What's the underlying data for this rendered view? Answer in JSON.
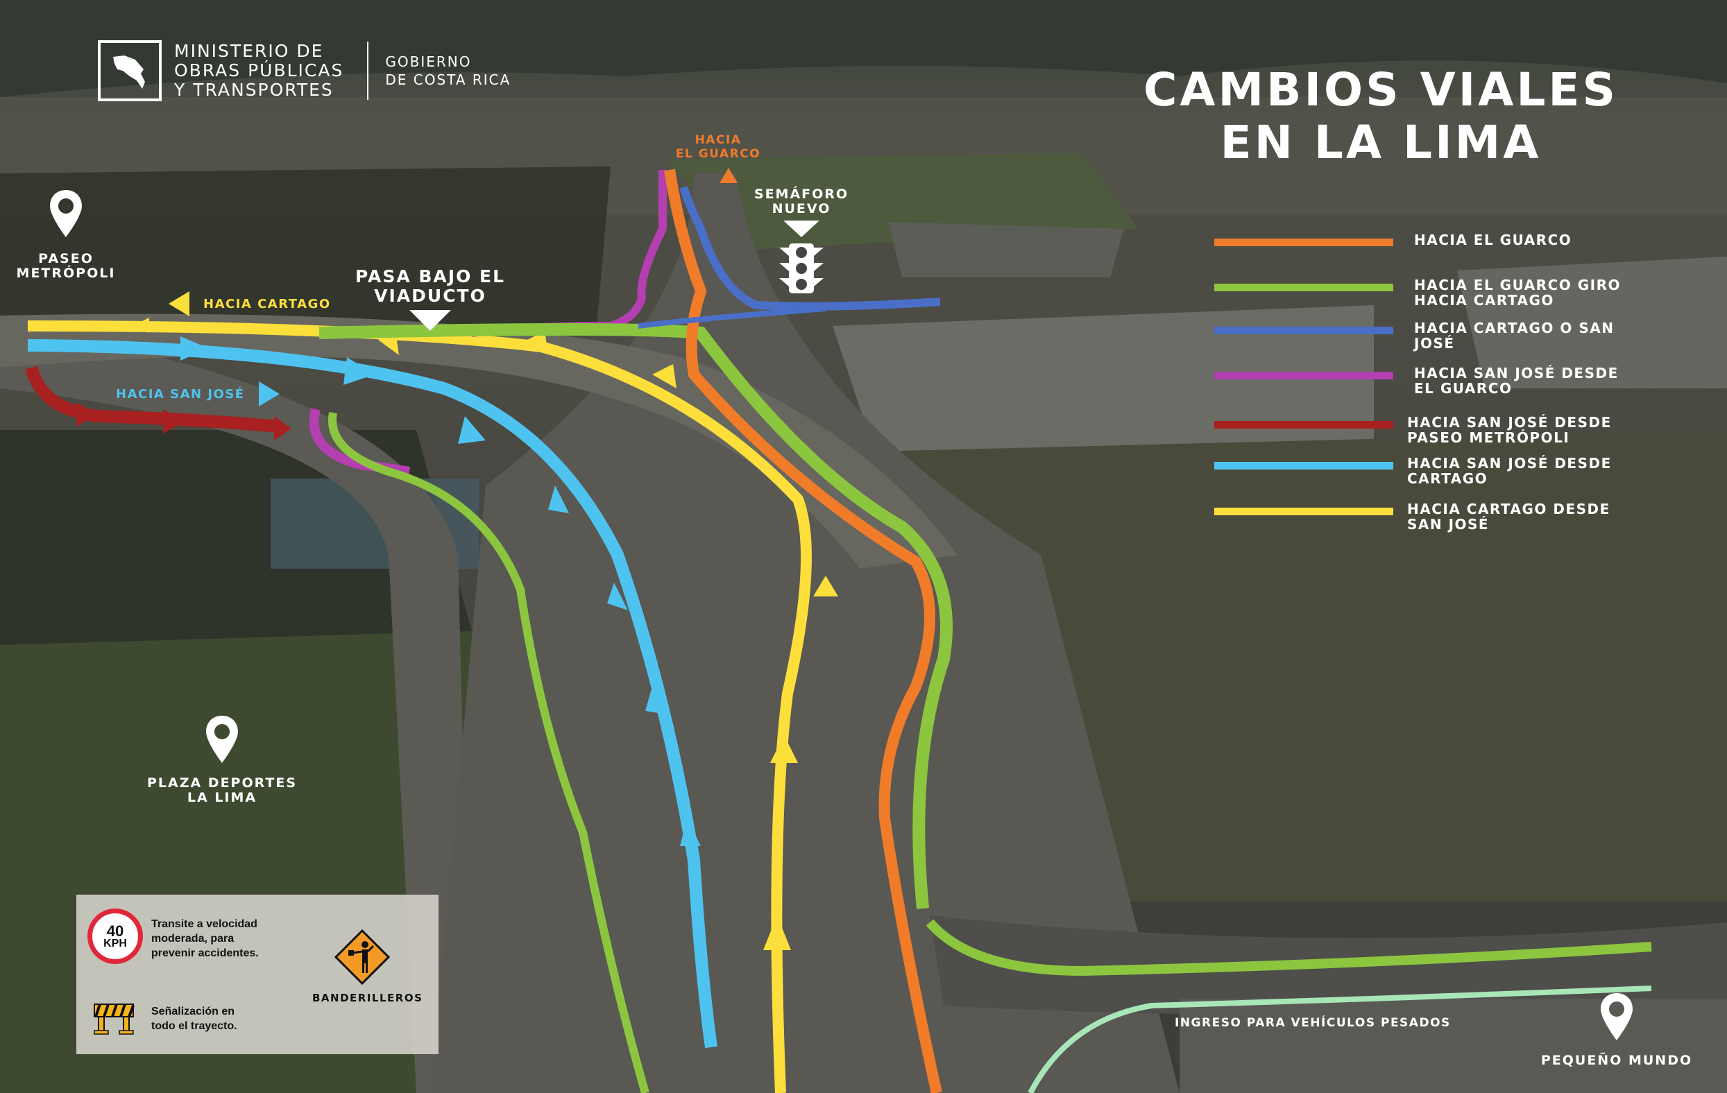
{
  "header": {
    "ministry_lines": [
      "MINISTERIO DE",
      "OBRAS PÚBLICAS",
      "Y TRANSPORTES"
    ],
    "government_lines": [
      "GOBIERNO",
      "DE COSTA RICA"
    ],
    "logo_icon": "costa-rica-map-icon"
  },
  "title": {
    "line1": "CAMBIOS VIALES",
    "line2": "EN LA LIMA"
  },
  "legend": [
    {
      "color": "#f07c2a",
      "label": "HACIA EL GUARCO"
    },
    {
      "color": "#8cc63f",
      "label": "HACIA EL GUARCO GIRO HACIA CARTAGO"
    },
    {
      "color": "#4a6fc8",
      "label": "HACIA CARTAGO O SAN JOSÉ"
    },
    {
      "color": "#b43fb0",
      "label": "HACIA SAN JOSÉ DESDE EL GUARCO"
    },
    {
      "color": "#a8201f",
      "label": "HACIA SAN JOSÉ DESDE PASEO METRÓPOLI"
    },
    {
      "color": "#4fc3f0",
      "label": "HACIA SAN JOSÉ DESDE CARTAGO"
    },
    {
      "color": "#fddf3c",
      "label": "HACIA CARTAGO DESDE SAN JOSÉ"
    }
  ],
  "landmarks": {
    "paseo_metropoli": {
      "line1": "PASEO",
      "line2": "METRÓPOLI",
      "icon": "map-pin-icon"
    },
    "plaza_deportes": {
      "line1": "PLAZA DEPORTES",
      "line2": "LA LIMA",
      "icon": "map-pin-icon"
    },
    "pequeno_mundo": {
      "line1": "PEQUEÑO MUNDO",
      "icon": "map-pin-icon"
    }
  },
  "annotations": {
    "hacia_cartago": "HACIA CARTAGO",
    "hacia_san_jose": "HACIA SAN JOSÉ",
    "pasa_bajo": {
      "line1": "PASA BAJO EL",
      "line2": "VIADUCTO"
    },
    "hacia_el_guarco": {
      "line1": "HACIA",
      "line2": "EL GUARCO"
    },
    "semaforo": {
      "line1": "SEMÁFORO",
      "line2": "NUEVO",
      "icon": "traffic-light-icon"
    },
    "ingreso": "INGRESO PARA VEHÍCULOS PESADOS"
  },
  "info_box": {
    "speed_sign": {
      "value": "40",
      "unit": "KPH",
      "icon": "speed-limit-icon"
    },
    "speed_text": [
      "Transite a velocidad",
      "moderada, para",
      "prevenir accidentes."
    ],
    "barrier_icon": "road-barrier-icon",
    "barrier_text": [
      "Señalización en",
      "todo el trayecto."
    ],
    "flagger_icon": "flagger-sign-icon",
    "flagger_label": "BANDERILLEROS"
  },
  "colors": {
    "orange": "#f07c2a",
    "green": "#8cc63f",
    "blue": "#4a6fc8",
    "purple": "#b43fb0",
    "red": "#a8201f",
    "cyan": "#4fc3f0",
    "yellow": "#fddf3c",
    "mint": "#a8e6b8"
  }
}
